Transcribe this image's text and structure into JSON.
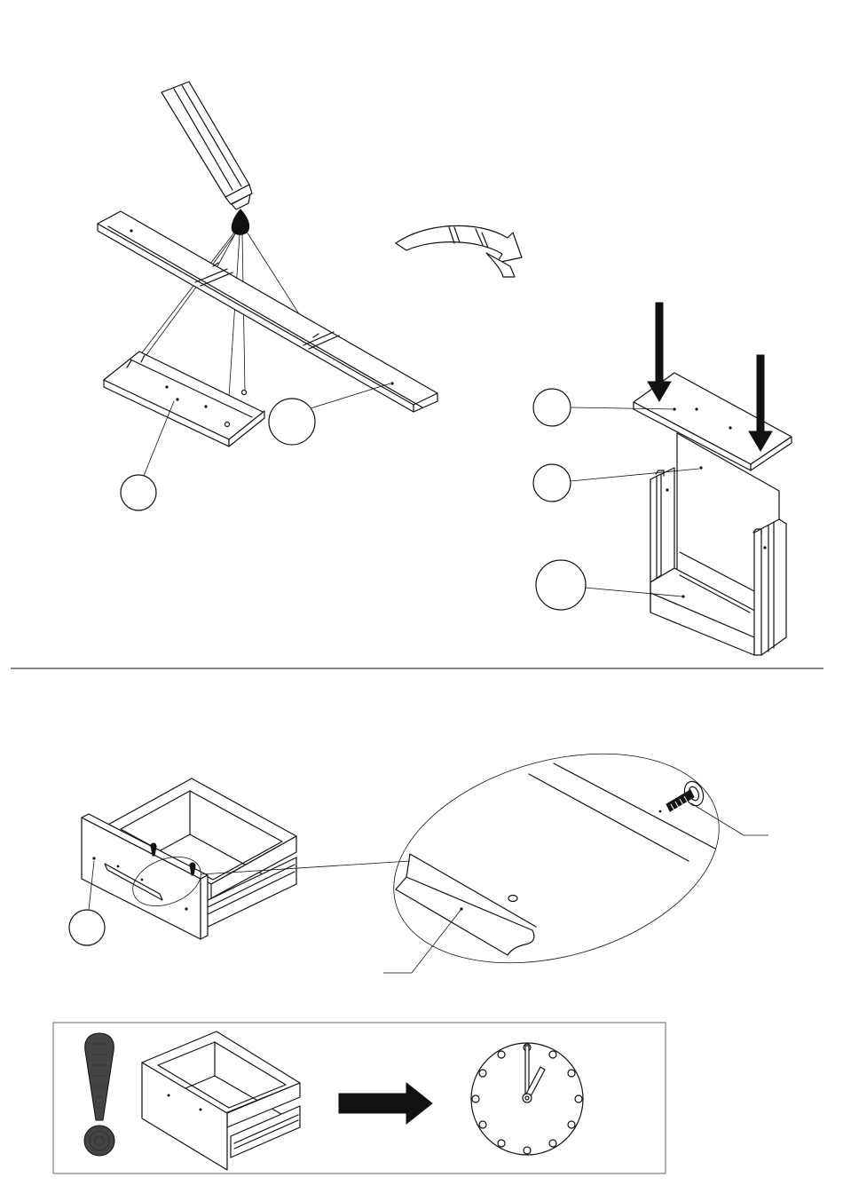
{
  "sheet": {
    "background": "#ffffff",
    "line_color": "#111111",
    "steps": [
      {
        "name": "glue-and-assemble",
        "callouts": 5
      },
      {
        "name": "drawer-handle-screw",
        "callouts": 3
      },
      {
        "name": "wait-for-glue-to-dry"
      }
    ],
    "icons": [
      "glue-tube-icon",
      "turn-over-arrow-icon",
      "press-down-arrow-icon",
      "exclamation-icon",
      "right-arrow-icon",
      "clock-icon",
      "screw-icon"
    ]
  }
}
